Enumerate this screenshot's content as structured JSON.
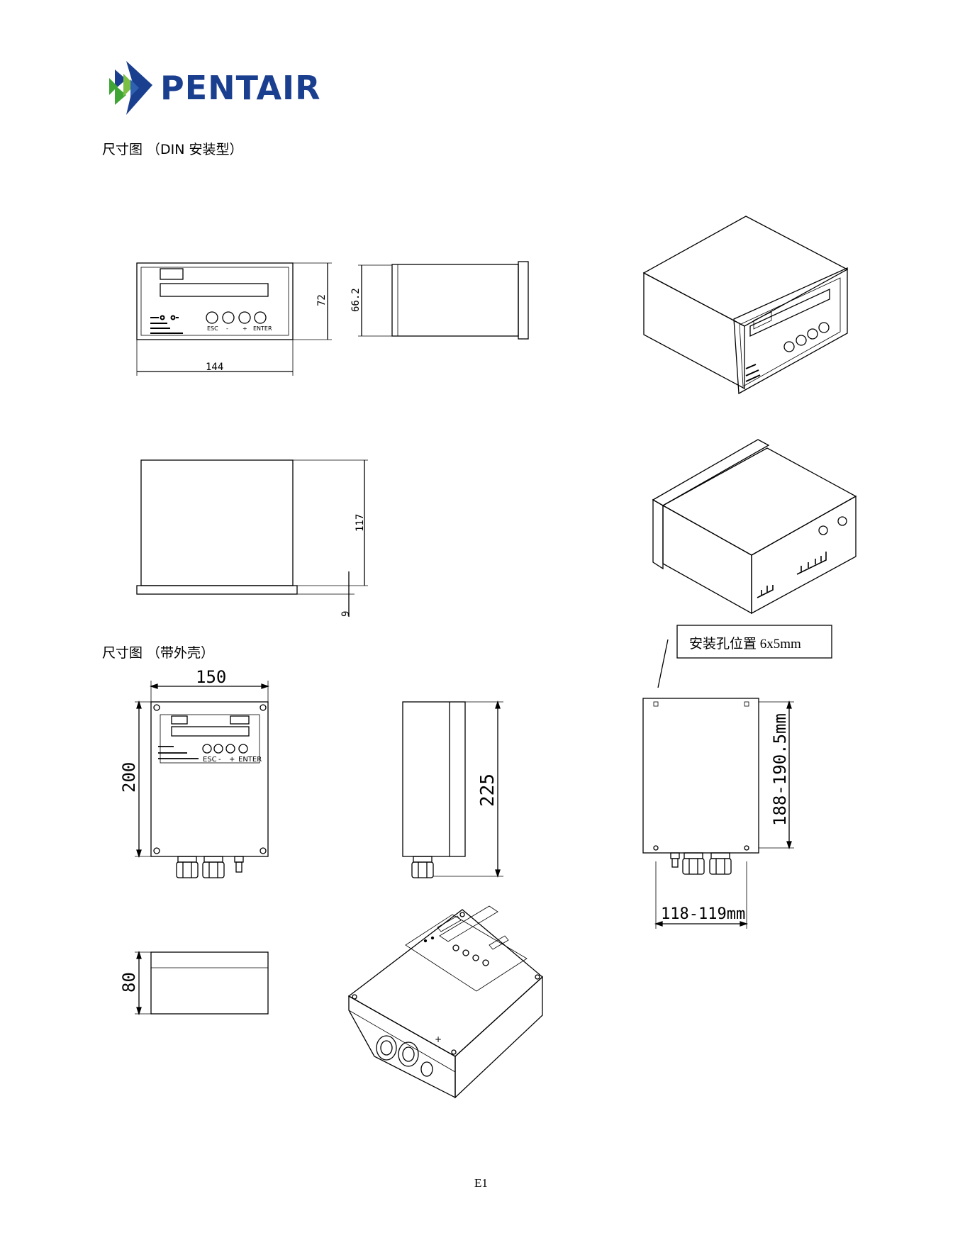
{
  "brand": {
    "name": "PENTAIR",
    "primary_color": "#1b3f8f",
    "accent_color": "#3fa535"
  },
  "sections": {
    "din": "尺寸图 （DIN 安装型）",
    "wall": "尺寸图 （带外壳）"
  },
  "din_dims": {
    "width": "144",
    "height": "72",
    "inner_height": "66.2",
    "depth": "117",
    "flange": "9"
  },
  "din_panel_labels": {
    "esc": "ESC",
    "minus": "-",
    "plus": "+",
    "enter": "ENTER"
  },
  "wall_dims": {
    "width": "150",
    "height": "200",
    "side_height": "225",
    "depth": "80"
  },
  "wall_panel_labels": {
    "esc": "ESC",
    "minus": "-",
    "plus": "+",
    "enter": "ENTER"
  },
  "mounting": {
    "callout": "安装孔位置 6x5mm",
    "vertical": "188-190.5mm",
    "horizontal": "118-119mm"
  },
  "page_number": "E1"
}
